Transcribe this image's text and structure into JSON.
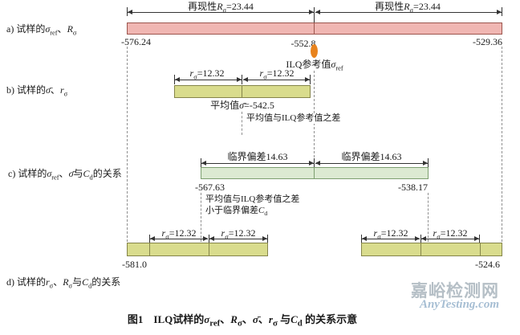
{
  "figure": {
    "section_a": {
      "row_label": "a) 试样的*σ*~ref~、*R*~σ~",
      "repro_left": "再现性*R*~σ~=23.44",
      "repro_right": "再现性*R*~σ~=23.44",
      "bar_left_value": "-576.24",
      "bar_center_value": "-552.8",
      "bar_right_value": "-529.36",
      "ref_label": "ILQ参考值*σ*~ref~"
    },
    "section_b": {
      "row_label": "b) 试样的*σ̄*、*r*~σ~",
      "r_left": "*r*~σ~=12.32",
      "r_right": "*r*~σ~=12.32",
      "mean_label": "平均值*σ̄*=-542.5",
      "diff_label": "平均值与ILQ参考值之差"
    },
    "section_c": {
      "row_label": "c) 试样的*σ*~ref~、*σ̄*与*C*~d~的关系",
      "crit_left": "临界偏差14.63",
      "crit_right": "临界偏差14.63",
      "bar_left_value": "-567.63",
      "bar_right_value": "-538.17",
      "note_line1": "平均值与ILQ参考值之差",
      "note_line2": "小于临界偏差*C*~d~"
    },
    "section_d": {
      "row_label": "d) 试样的*r*~σ~、*R*~σ~与*C*~d~的关系",
      "left_r1": "*r*~σ~=12.32",
      "left_r2": "*r*~σ~=12.32",
      "left_end_value": "-581.0",
      "right_r1": "*r*~σ~=12.32",
      "right_r2": "*r*~σ~=12.32",
      "right_end_value": "-524.6"
    },
    "caption": "图1　ILQ试样的*σ*~ref~、*R*~σ~、*σ̄*、*r*~σ~ 与*C*~d~ 的关系示意",
    "watermark": {
      "line1": "嘉峪检测网",
      "line2": "AnyTesting.com"
    },
    "colors": {
      "bar_a_fill": "#f0b6b2",
      "bar_a_border": "#9c554d",
      "bar_bd_fill": "#d9dc8d",
      "bar_bd_border": "#85854a",
      "bar_c_fill": "#dcead2",
      "bar_c_border": "#7d9f70",
      "ellipse": "#e8831d"
    }
  }
}
